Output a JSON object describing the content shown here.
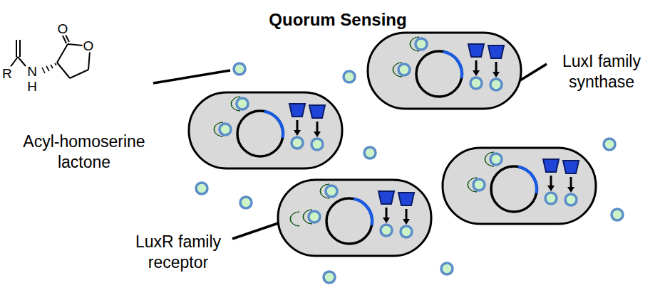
{
  "diagram": {
    "title": "Quorum Sensing",
    "labels": [
      "O",
      "O",
      "R",
      "N",
      "H",
      "Acyl-homoserine lactone",
      "LuxI family synthase",
      "LuxR family receptor"
    ]
  }
}
